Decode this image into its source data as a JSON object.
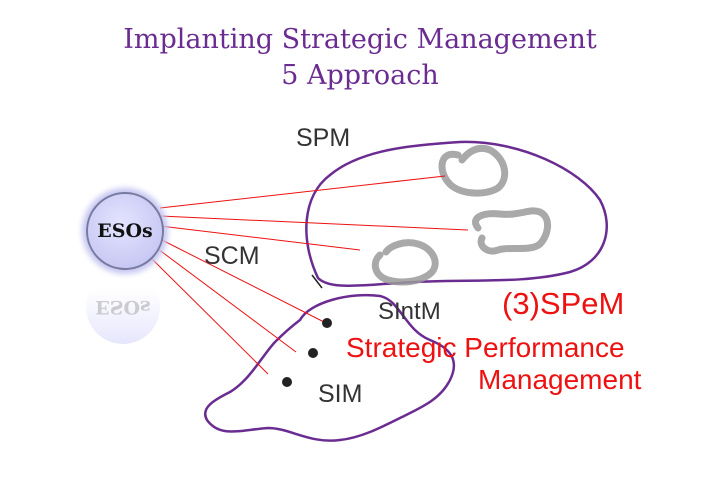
{
  "title": {
    "line1": "Implanting Strategic Management",
    "line2": "5 Approach"
  },
  "diagram": {
    "center_node": "ESOs",
    "labels": {
      "spm": "SPM",
      "scm": "SCM",
      "sintm": "SIntM",
      "sim": "SIM"
    },
    "highlight": {
      "heading": "(3)SPeM",
      "line1": "Strategic Performance",
      "line2": "Management"
    },
    "colors": {
      "title": "#6b2c91",
      "outline": "#6b2c91",
      "connector": "#ee1111",
      "highlight": "#ee1111",
      "node_fill": "#c9c9f4"
    }
  }
}
